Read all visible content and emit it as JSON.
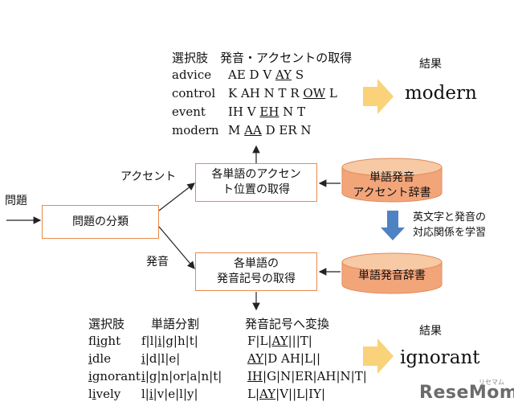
{
  "input_label": "問題",
  "classify_box": "問題の分類",
  "branch_accent": "アクセント",
  "branch_phoneme": "発音",
  "accent_box_lines": [
    "各単語のアクセン",
    "ト位置の取得"
  ],
  "phoneme_box_lines": [
    "各単語の",
    "発音記号の取得"
  ],
  "dict_accent_lines": [
    "単語発音",
    "アクセント辞書"
  ],
  "dict_phoneme": "単語発音辞書",
  "learn_lines": [
    "英文字と発音の",
    "対応関係を学習"
  ],
  "top_section": {
    "header": "選択肢　発音・アクセントの取得",
    "rows": [
      {
        "word": "advice",
        "pron": [
          [
            "AE D V ",
            false
          ],
          [
            "AY",
            true
          ],
          [
            " S",
            false
          ]
        ]
      },
      {
        "word": "control",
        "pron": [
          [
            "K AH N T R ",
            false
          ],
          [
            "OW",
            true
          ],
          [
            " L",
            false
          ]
        ]
      },
      {
        "word": "event",
        "pron": [
          [
            "IH V ",
            false
          ],
          [
            "EH",
            true
          ],
          [
            " N T",
            false
          ]
        ]
      },
      {
        "word": "modern",
        "pron": [
          [
            "M ",
            false
          ],
          [
            "AA",
            true
          ],
          [
            " D ER N",
            false
          ]
        ]
      }
    ],
    "result_label": "結果",
    "result_value": "modern"
  },
  "bottom_section": {
    "header_choice": "選択肢",
    "header_split": "単語分割",
    "header_convert": "発音記号へ変換",
    "rows": [
      {
        "word": [
          [
            "fl",
            false
          ],
          [
            "i",
            true
          ],
          [
            "ght",
            false
          ]
        ],
        "split": [
          [
            "f|l|",
            false
          ],
          [
            "i",
            true
          ],
          [
            "|g|h|t|",
            false
          ]
        ],
        "conv": [
          [
            "F|L|",
            false
          ],
          [
            "AY",
            true
          ],
          [
            "|||T|",
            false
          ]
        ]
      },
      {
        "word": [
          [
            "i",
            true
          ],
          [
            "dle",
            false
          ]
        ],
        "split": [
          [
            "i",
            true
          ],
          [
            "|d|l|e|",
            false
          ]
        ],
        "conv": [
          [
            "AY",
            true
          ],
          [
            "|D AH|L||",
            false
          ]
        ]
      },
      {
        "word": [
          [
            "i",
            true
          ],
          [
            "gnorant",
            false
          ]
        ],
        "split": [
          [
            "i",
            true
          ],
          [
            "|g|n|or|a|n|t|",
            false
          ]
        ],
        "conv": [
          [
            "IH",
            true
          ],
          [
            "|G|N|ER|AH|N|T|",
            false
          ]
        ]
      },
      {
        "word": [
          [
            "l",
            false
          ],
          [
            "i",
            true
          ],
          [
            "vely",
            false
          ]
        ],
        "split": [
          [
            "l|",
            false
          ],
          [
            "i",
            true
          ],
          [
            "|v|e|l|y|",
            false
          ]
        ],
        "conv": [
          [
            "L|",
            false
          ],
          [
            "AY",
            true
          ],
          [
            "|V||L|IY|",
            false
          ]
        ]
      }
    ],
    "result_label": "結果",
    "result_value": "ignorant"
  },
  "logo": "ReseMom",
  "logo_sub": "リセマム",
  "colors": {
    "box_border": "#ec8a4a",
    "cylinder_top": "#f7c9a4",
    "cylinder_body": "#f3a57a",
    "result_arrow": "#f9d27a",
    "learn_arrow": "#4f82c4",
    "line": "#222222"
  }
}
